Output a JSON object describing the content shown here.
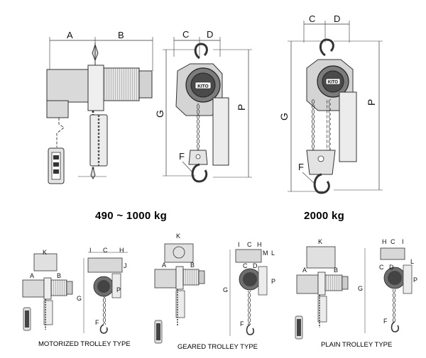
{
  "captions": {
    "small": "490 ~ 1000 kg",
    "large": "2000 kg"
  },
  "trolley_labels": {
    "motorized": "MOTORIZED TROLLEY TYPE",
    "geared": "GEARED TROLLEY TYPE",
    "plain": "PLAIN TROLLEY TYPE"
  },
  "dims": {
    "A": "A",
    "B": "B",
    "C": "C",
    "D": "D",
    "F": "F",
    "G": "G",
    "P": "P",
    "H": "H",
    "I": "I",
    "J": "J",
    "K": "K",
    "L": "L",
    "M": "M"
  },
  "badge": "KITO"
}
